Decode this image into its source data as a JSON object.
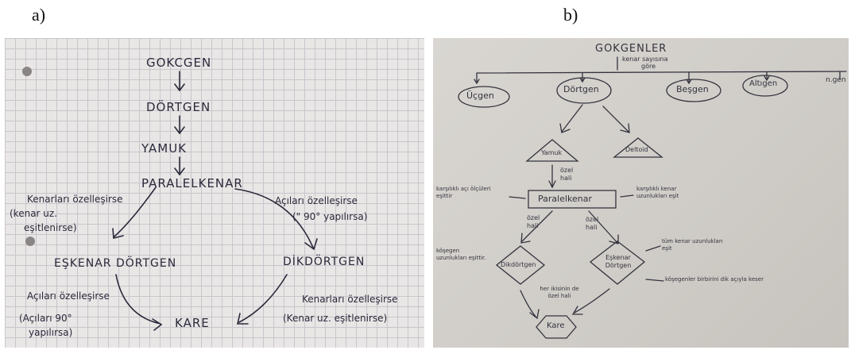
{
  "labels": {
    "a": "a)",
    "b": "b)"
  },
  "panel_a": {
    "gokcgen": "GOKCGEN",
    "dortgen": "DÖRTGEN",
    "yamuk": "YAMUK",
    "paralelkenar": "PARALELKENAR",
    "left_top_1": "Kenarları özelleşirse",
    "left_top_2": "(kenar uz.",
    "left_top_3": "eşitlenirse)",
    "right_top_1": "Açıları özelleşirse",
    "right_top_2": "(\" 90° yapılırsa)",
    "eskenar": "EŞKENAR DÖRTGEN",
    "dikdortgen": "DİKDÖRTGEN",
    "left_bot_1": "Açıları özelleşirse",
    "left_bot_2": "(Açıları 90°",
    "left_bot_3": "yapılırsa)",
    "kare": "KARE",
    "right_bot_1": "Kenarları özelleşirse",
    "right_bot_2": "(Kenar uz. eşitlenirse)"
  },
  "panel_b": {
    "title": "GOKGENLER",
    "sub_1": "kenar sayısına",
    "sub_2": "göre",
    "ucgen": "Üçgen",
    "dortgen": "Dörtgen",
    "besgen": "Beşgen",
    "altigen": "Altıgen",
    "ngen": "n.gen",
    "yamuk": "Yamuk",
    "deltoid": "Deltoid",
    "ozel_1a": "özel",
    "ozel_1b": "hali",
    "paralelkenar": "Paralelkenar",
    "left_note": "karşılıklı açı ölçüleri eşittir",
    "right_note": "karşılıklı kenar uzunlukları eşit",
    "ozel_2a": "özel",
    "ozel_2b": "hali",
    "ozel_3a": "özel",
    "ozel_3b": "hali",
    "dikdortgen": "Dikdörtgen",
    "eskenar": "Eşkenar Dörtgen",
    "kosegen_note": "köşegen uzunlukları eşittir.",
    "tum_note": "tüm kenar uzunlukları eşit",
    "dik_note": "köşegenler birbirini dik açıyla keser",
    "her_note": "her ikisinin de özel hali",
    "kare": "Kare"
  }
}
